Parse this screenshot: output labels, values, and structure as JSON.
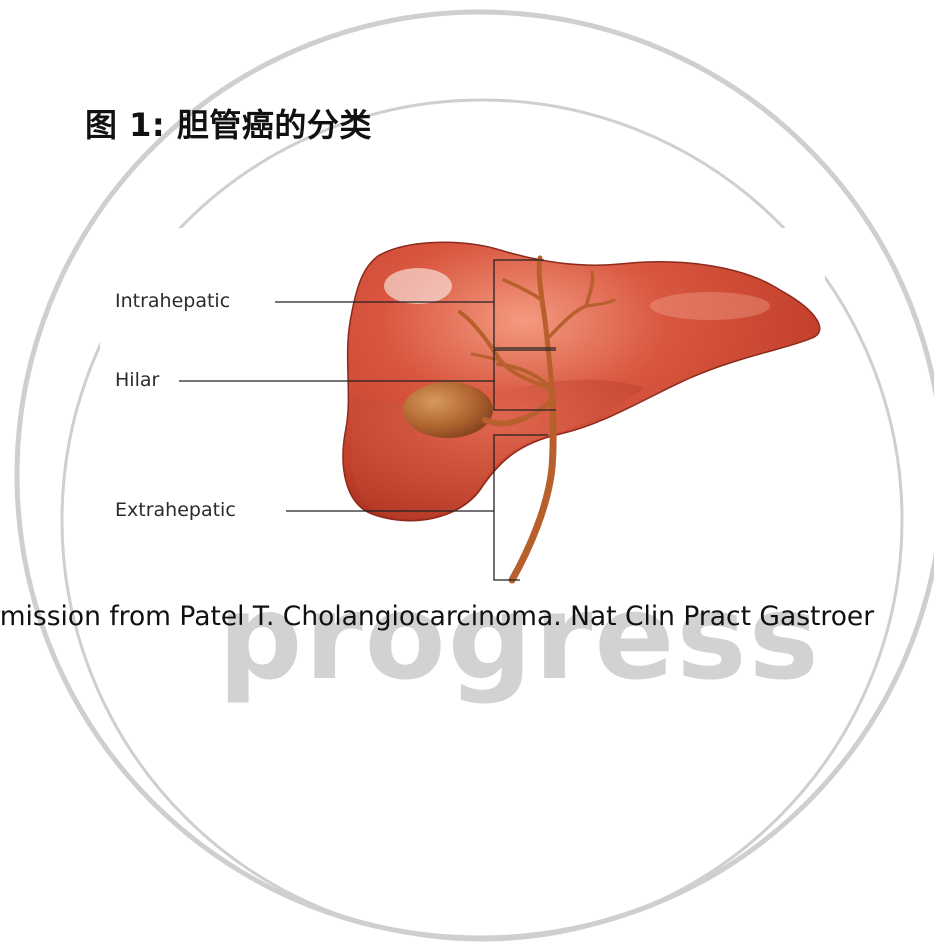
{
  "title": "图 1: 胆管癌的分类",
  "labels": {
    "intrahepatic": "Intrahepatic",
    "hilar": "Hilar",
    "extrahepatic": "Extrahepatic"
  },
  "caption": "ermission from Patel T. Cholangiocarcinoma. Nat Clin Pract Gastroer",
  "watermark": "progress",
  "colors": {
    "liver": "#cf4b34",
    "liver_dark": "#a83422",
    "liver_light": "#ec8a72",
    "bile_duct": "#b7602e",
    "gallbladder": "#b46a34",
    "ring": "#d0d0d0",
    "leader_line": "#222222"
  },
  "icons": {
    "watermark_ring": "circle-seal",
    "liver": "liver-illustration"
  }
}
